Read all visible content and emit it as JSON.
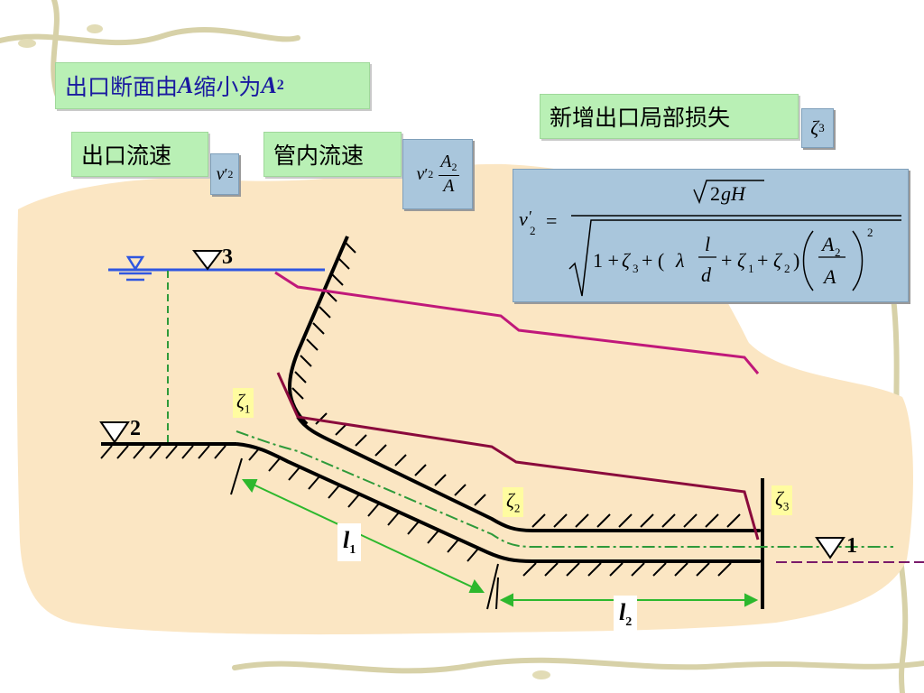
{
  "labels": {
    "outlet_shrink_text": "出口断面由",
    "outlet_shrink_A": "A",
    "outlet_shrink_mid": "缩小为",
    "outlet_shrink_A2": "A",
    "outlet_shrink_A2_sub": "2",
    "new_loss": "新增出口局部损失",
    "outlet_velocity": "出口流速",
    "pipe_velocity": "管内流速"
  },
  "symbols": {
    "zeta": "ζ",
    "zeta1_sub": "1",
    "zeta2_sub": "2",
    "zeta3_sub": "3",
    "v": "v",
    "prime": "′",
    "two": "2",
    "A": "A",
    "A2": "A",
    "l": "l",
    "l1_sub": "1",
    "l2_sub": "2"
  },
  "levels": {
    "level1": "1",
    "level2": "2",
    "level3": "3"
  },
  "formula": {
    "lhs": "v′",
    "lhs_sub": "2",
    "eq": "=",
    "numerator": "√2gH",
    "den_terms": "1 + ζ3 + (λ l/d + ζ1 + ζ2)(A2/A)²"
  },
  "colors": {
    "green_box": "#b9f0b5",
    "blue_box": "#a9c6dc",
    "beige_area": "#fbe6c3",
    "energy_line": "#c0187a",
    "hydraulic_line": "#8a0a3c",
    "water_surface": "#2f56e0",
    "centerline": "#2e9a3a",
    "label_blue": "#1a1aa0"
  }
}
